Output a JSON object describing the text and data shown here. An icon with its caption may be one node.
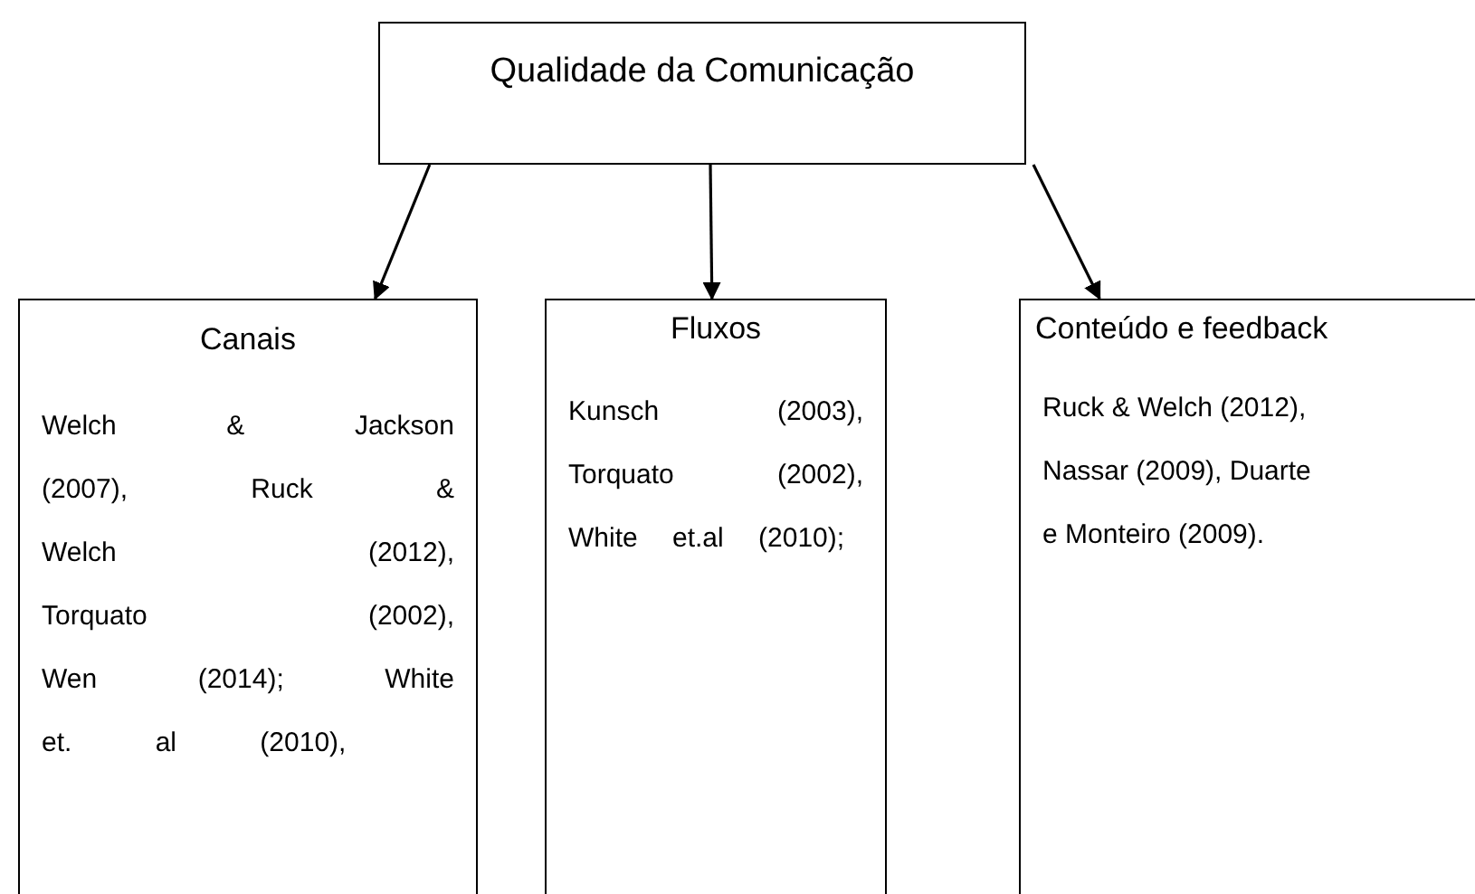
{
  "diagram": {
    "nodes": [
      {
        "text": [
          "Qualidade da Comunicação"
        ]
      },
      {
        "text": [
          "Canais",
          "Welch & Jackson (2007), Ruck & Welch (2012), Torquato (2002), Wen (2014); White et. al (2010),"
        ]
      },
      {
        "text": [
          "Fluxos",
          "Kunsch (2003), Torquato (2002), White et.al (2010);"
        ]
      },
      {
        "text": [
          "Conteúdo e feedback",
          "Ruck & Welch (2012), Nassar (2009), Duarte e Monteiro (2009)."
        ]
      }
    ],
    "edges": [
      {
        "from": 0,
        "to": 1,
        "arrow": "to"
      },
      {
        "from": 0,
        "to": 2,
        "arrow": "to"
      },
      {
        "from": 0,
        "to": 3,
        "arrow": "to"
      }
    ]
  }
}
